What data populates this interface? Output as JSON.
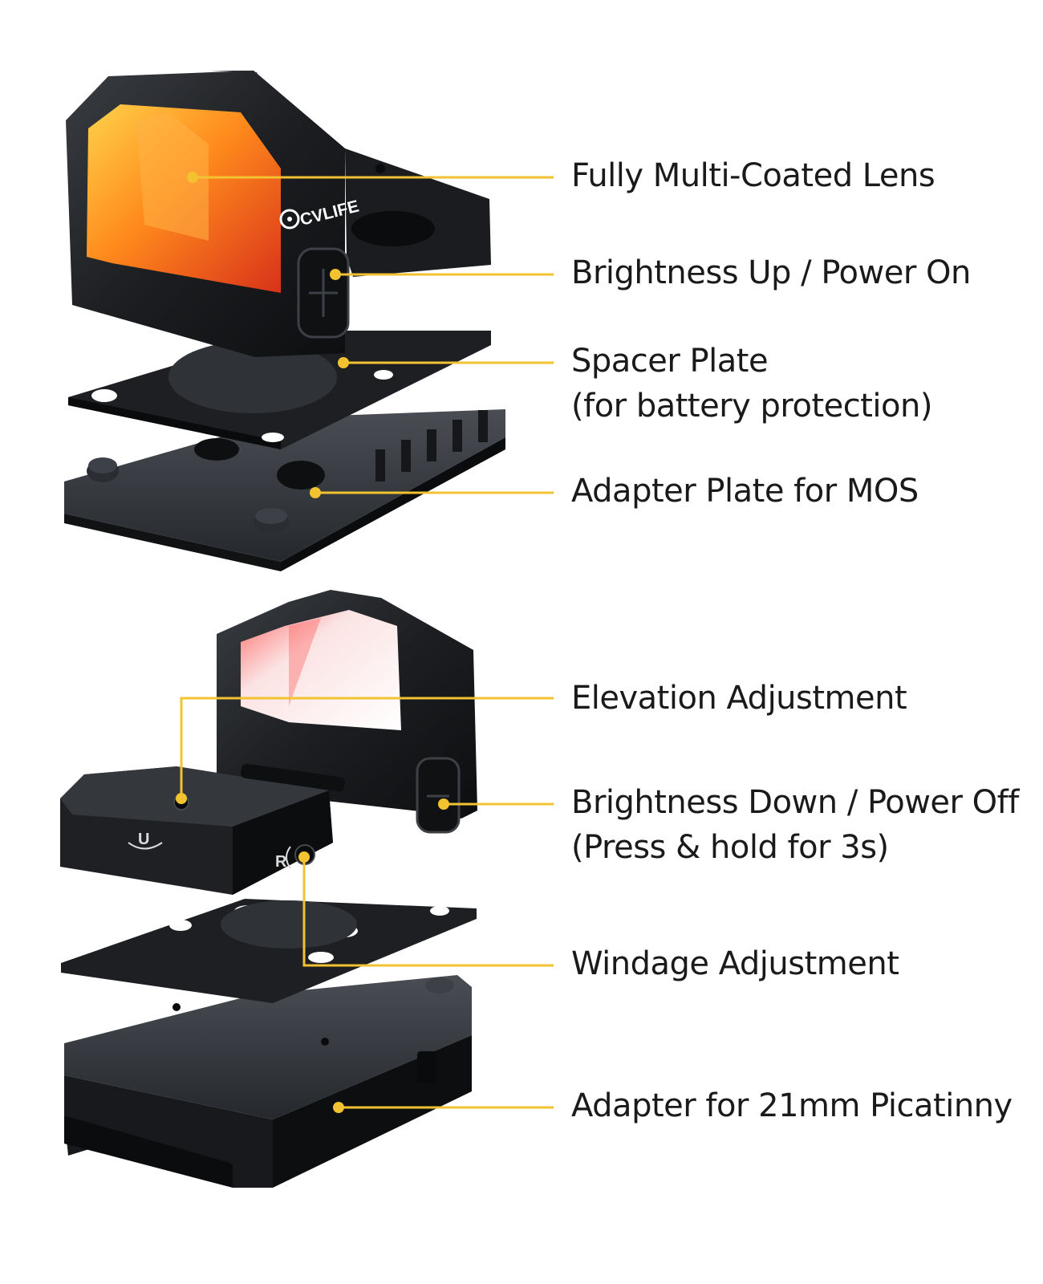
{
  "brand": {
    "logo_text": "CVLIFE",
    "accent_color": "#f2c230"
  },
  "top_assembly": {
    "callouts": [
      {
        "lines": [
          "Fully Multi-Coated Lens"
        ]
      },
      {
        "lines": [
          "Brightness Up / Power On"
        ]
      },
      {
        "lines": [
          "Spacer Plate",
          "(for battery protection)"
        ]
      },
      {
        "lines": [
          "Adapter Plate for MOS"
        ]
      }
    ]
  },
  "bottom_assembly": {
    "callouts": [
      {
        "lines": [
          "Elevation Adjustment"
        ]
      },
      {
        "lines": [
          "Brightness Down / Power Off",
          "(Press & hold for 3s)"
        ]
      },
      {
        "lines": [
          "Windage Adjustment"
        ]
      },
      {
        "lines": [
          "Adapter for 21mm Picatinny"
        ]
      }
    ],
    "dial_marks": {
      "up": "U",
      "right": "R"
    }
  }
}
